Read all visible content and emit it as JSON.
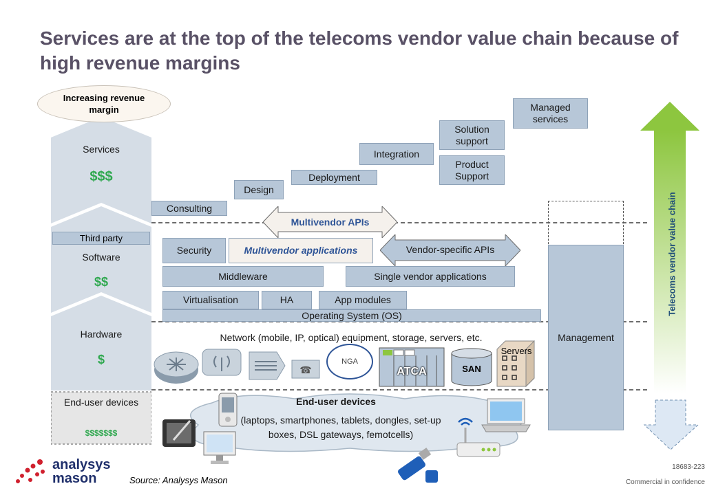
{
  "title": "Services are at the top of the telecoms vendor value chain because of high revenue margins",
  "left_column": {
    "header": "Increasing revenue margin",
    "services": {
      "label": "Services",
      "margin": "$$$"
    },
    "third_party": "Third party",
    "software": {
      "label": "Software",
      "margin": "$$"
    },
    "hardware": {
      "label": "Hardware",
      "margin": "$"
    },
    "end_user": {
      "label": "End-user devices",
      "margin": "$$$$$$$"
    }
  },
  "services_steps": [
    "Consulting",
    "Design",
    "Deployment",
    "Integration",
    "Solution support",
    "Product Support",
    "Managed services"
  ],
  "software_layer": {
    "multivendor_apis": "Multivendor APIs",
    "security": "Security",
    "multivendor_applications": "Multivendor applications",
    "vendor_specific_apis": "Vendor-specific APIs",
    "middleware": "Middleware",
    "single_vendor_applications": "Single vendor applications",
    "virtualisation": "Virtualisation",
    "ha": "HA",
    "app_modules": "App modules",
    "operating_system": "Operating System (OS)"
  },
  "management": "Management",
  "hardware_layer": {
    "caption": "Network (mobile, IP, optical) equipment, storage, servers, etc.",
    "nga": "NGA",
    "atca": "ATCA",
    "san": "SAN",
    "servers": "Servers"
  },
  "end_user_layer": {
    "title": "End-user devices",
    "detail": "(laptops, smartphones, tablets, dongles, set-up boxes, DSL gateways, femotcells)"
  },
  "value_chain_label": "Telecoms vendor value chain",
  "footer": {
    "source": "Source: Analysys Mason",
    "code": "18683-223",
    "confidentiality": "Commercial in confidence",
    "logo_line1": "analysys",
    "logo_line2": "mason"
  },
  "colors": {
    "title": "#595166",
    "box": "#b7c7d8",
    "green": "#2fa84f",
    "arrow_green": "#8dc63f"
  }
}
